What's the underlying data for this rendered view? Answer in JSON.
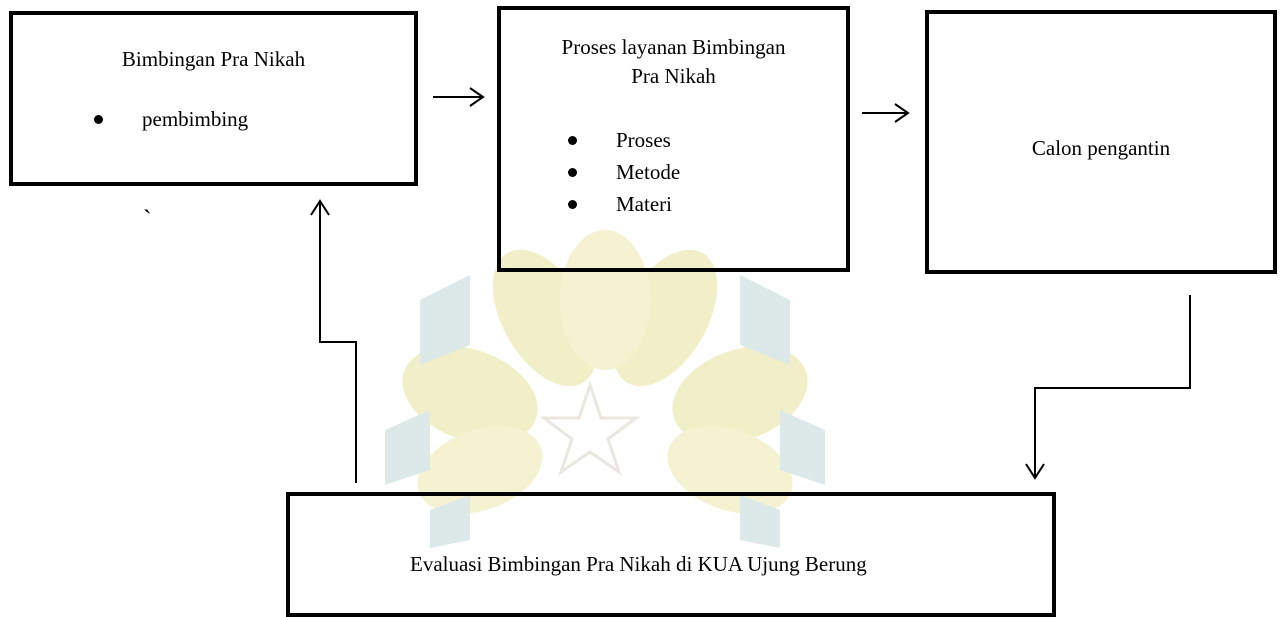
{
  "box_pembimbing": {
    "title": "Bimbingan Pra Nikah",
    "items": [
      "pembimbing"
    ]
  },
  "box_proses": {
    "title_line1": "Proses layanan Bimbingan",
    "title_line2": "Pra Nikah",
    "items": [
      "Proses",
      "Metode",
      "Materi"
    ]
  },
  "box_calon": {
    "title": "Calon pengantin"
  },
  "box_evaluasi": {
    "title": "Evaluasi Bimbingan  Pra Nikah di KUA Ujung Berung"
  },
  "stray_mark": "`",
  "watermark": {
    "colors": [
      "#e9e6a3",
      "#c9dbd9",
      "#f3edc0"
    ]
  }
}
